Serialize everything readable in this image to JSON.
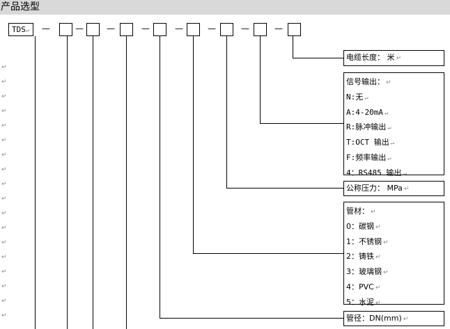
{
  "header": {
    "title": "产品选型"
  },
  "code": {
    "prefix": "TDS",
    "dash": "—"
  },
  "mark": "↵",
  "panels": {
    "cable": {
      "lines": [
        "电缆长度： 米"
      ]
    },
    "signal": {
      "lines": [
        "信号输出：",
        "N:无",
        "A:4-20mA",
        "R:脉冲输出",
        "T:OCT 输出",
        "F:频率输出",
        "4：RS485 输出"
      ]
    },
    "pressure": {
      "lines": [
        "公称压力： MPa"
      ]
    },
    "material": {
      "lines": [
        "管材：",
        "0：碳钢",
        "1：不锈钢",
        "2：铸铁",
        "3：玻璃钢",
        "4：PVC",
        "5：水泥"
      ]
    },
    "diameter": {
      "lines": [
        "管径：DN(mm)"
      ]
    }
  }
}
